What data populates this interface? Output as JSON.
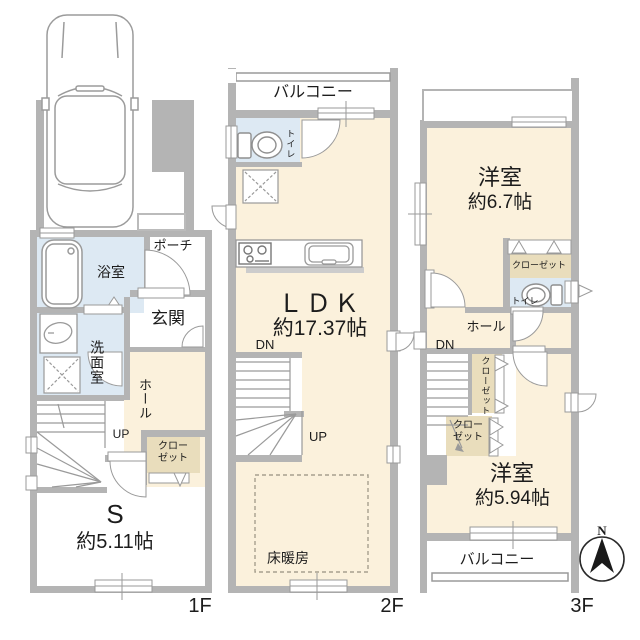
{
  "colors": {
    "wall_gray": "#b4b4b4",
    "floor_cream": "#fbf1dc",
    "wet_area_blue": "#dde9f3",
    "closet_tan": "#e9ddbc",
    "line_gray": "#9a9a9a",
    "text_dark": "#1c1c1c"
  },
  "floor1": {
    "floor_label": "1F",
    "porch": "ポーチ",
    "bathroom": "浴室",
    "entrance": "玄関",
    "washroom": "洗面室",
    "hall": "ホール",
    "up": "UP",
    "closet_line1": "クロー",
    "closet_line2": "ゼット",
    "storage_name": "S",
    "storage_size": "約5.11帖"
  },
  "floor2": {
    "floor_label": "2F",
    "balcony": "バルコニー",
    "toilet": "トイレ",
    "ldk_name": "ＬＤＫ",
    "ldk_size": "約17.37帖",
    "dn": "DN",
    "up": "UP",
    "floor_heating": "床暖房"
  },
  "floor3": {
    "floor_label": "3F",
    "bedroom1_name": "洋室",
    "bedroom1_size": "約6.7帖",
    "closet1": "クローゼット",
    "toilet": "トイレ",
    "hall": "ホール",
    "dn": "DN",
    "closet2": "クローゼット",
    "closet3_line1": "クロー",
    "closet3_line2": "ゼット",
    "bedroom2_name": "洋室",
    "bedroom2_size": "約5.94帖",
    "balcony": "バルコニー"
  },
  "compass": {
    "north_label": "N"
  }
}
